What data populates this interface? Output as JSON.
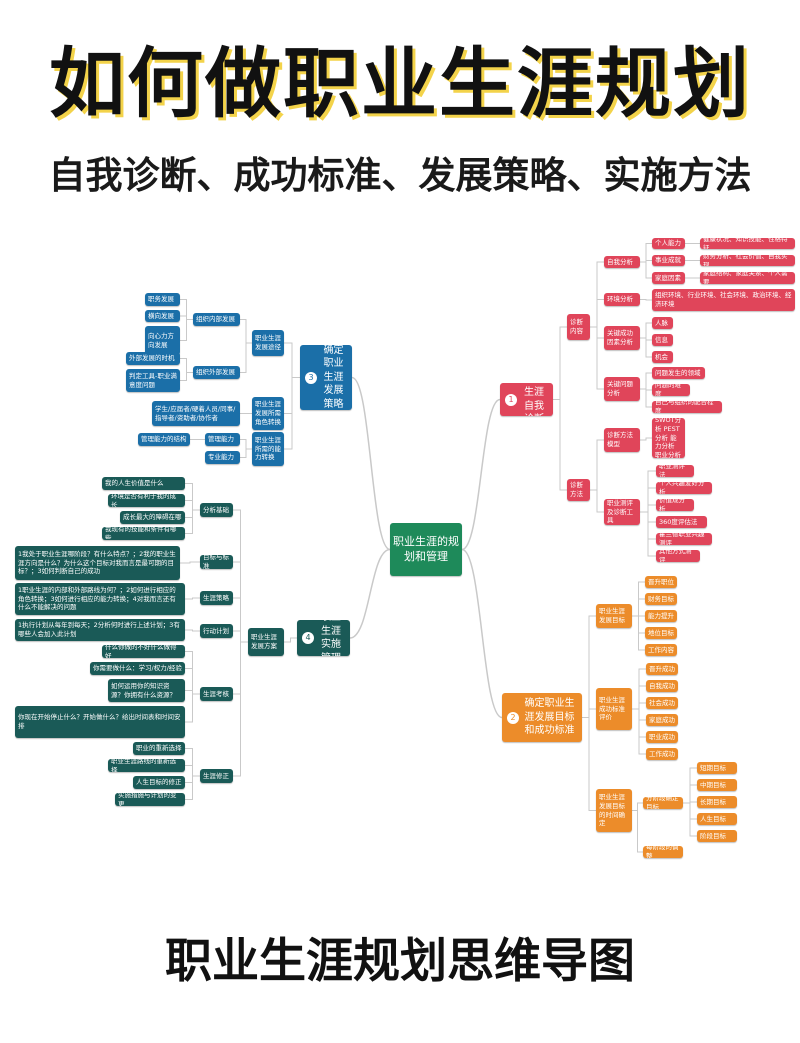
{
  "header": {
    "title": "如何做职业生涯规划",
    "subtitle": "自我诊断、成功标准、发展策略、实施方法"
  },
  "footer": {
    "caption": "职业生涯规划思维导图"
  },
  "colors": {
    "center": "#1e8a5a",
    "strategy": "#1b6fa8",
    "implement": "#1a5a57",
    "diagnosis": "#e0455a",
    "goal": "#ec8c2a",
    "connector": "#c9c9c9"
  },
  "nodes": {
    "center": "职业生涯的规划和管理",
    "b1": "职业生涯自我诊断",
    "b1_num": "1",
    "b2": "确定职业生涯发展目标和成功标准",
    "b2_num": "2",
    "b3": "确定职业生涯发展策略",
    "b3_num": "3",
    "b4": "职业生涯实施管理",
    "b4_num": "4",
    "s1": "职业生涯发展途径",
    "s2": "职业生涯发展所需角色转换",
    "s3": "职业生涯所需的能力转换",
    "s11": "组织内部发展",
    "s12": "组织外部发展",
    "s111": "职务发展",
    "s112": "横向发展",
    "s113": "向心力方向发展",
    "s121": "外部发展的时机",
    "s122": "判定工具-职业满意度问题",
    "s21": "学生/应届者/硬着人员/同事/指导者/资助者/协作者",
    "s31": "管理能力",
    "s32": "专业能力",
    "s311": "管理能力的结构",
    "i1": "职业生涯发展方案",
    "i11": "分析基础",
    "i12": "目标与标准",
    "i13": "生涯策略",
    "i14": "行动计划",
    "i15": "生涯考核",
    "i16": "生涯修正",
    "i111": "我的人生价值是什么",
    "i112": "环境是否有利于我的成长",
    "i113": "成长最大的障碍在哪",
    "i114": "我现有的技能和条件有哪些",
    "i121": "1我处于职业生涯哪阶段？有什么特点？；2我的职业生涯方向是什么？为什么这个目标对我而言是最可期的目标？；3如何判断自己的成功",
    "i131": "1职业生涯的内部和外部路线为何？；2如何进行相应的角色转换；3如何进行相应的能力转换；4对我而言还有什么不能解决的问题",
    "i141": "1执行计划从每年到每天；2分析何时进行上述计划；3有哪些人会加入此计划",
    "i151": "什么你做的不好什么做得好",
    "i152": "你需要做什么：学习/权力/经验",
    "i153": "如何运用你的知识资源？你拥有什么资源？",
    "i154": "你现在开始停止什么？开始做什么？给出时间表和时间安排",
    "i161": "职业的重新选择",
    "i162": "职业生涯路线的重新选择",
    "i163": "人生目标的修正",
    "i164": "实施措施与计划的变更",
    "d1": "诊断内容",
    "d2": "诊断方法",
    "d11": "自我分析",
    "d12": "环境分析",
    "d13": "关键成功因素分析",
    "d14": "关键问题分析",
    "d111": "个人能力",
    "d112": "事业成就",
    "d113": "家庭因素",
    "d1111": "健康状况、知识技能、性格特征",
    "d1121": "财务分析、社会价值、自我实现",
    "d1131": "家庭结构、家庭关系、个人需要",
    "d121": "组织环境、行业环境、社会环境、政治环境、经济环境",
    "d131": "人脉",
    "d132": "信息",
    "d133": "机会",
    "d141": "问题发生的领域",
    "d142": "问题的难度",
    "d143": "自己与组织的配合程度",
    "d21": "诊断方法模型",
    "d22": "职业测评及诊断工具",
    "d211": "SWOT分析 PEST分析 能力分析 职业分析",
    "d221": "职业测评法",
    "d222": "个人兴趣爱好分析",
    "d223": "价值观分析",
    "d224": "360度评估法",
    "d225": "霍兰德职业兴趣测评",
    "d226": "其他方式测评",
    "g1": "职业生涯发展目标",
    "g2": "职业生涯成功标准评价",
    "g3": "职业生涯发展目标的时间确定",
    "g11": "晋升职位",
    "g12": "财务目标",
    "g13": "能力提升",
    "g14": "地位目标",
    "g15": "工作内容",
    "g21": "晋升成功",
    "g22": "自我成功",
    "g23": "社会成功",
    "g24": "家庭成功",
    "g25": "职业成功",
    "g26": "工作成功",
    "g31": "分阶段确定目标",
    "g32": "每阶段的调整",
    "g311": "短期目标",
    "g312": "中期目标",
    "g313": "长期目标",
    "g314": "人生目标",
    "g315": "阶段目标"
  }
}
